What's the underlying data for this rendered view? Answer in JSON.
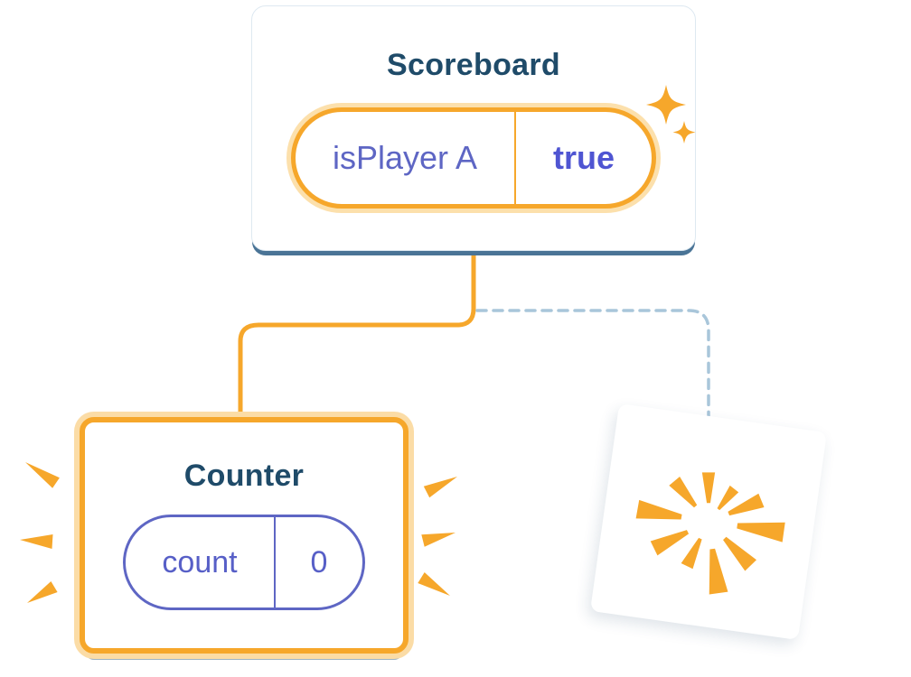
{
  "scoreboard": {
    "title": "Scoreboard",
    "state": {
      "name": "isPlayer A",
      "value": "true"
    }
  },
  "counter": {
    "title": "Counter",
    "state": {
      "name": "count",
      "value": "0"
    }
  },
  "colors": {
    "accent_orange": "#F6A72B",
    "accent_orange_light": "#FCE0AC",
    "connector_blue": "#A9C6DA",
    "state_indigo": "#575FC7",
    "state_value_indigo": "#4F55D2",
    "title_blue": "#1F4B69",
    "card_edge_blue": "#4A7496"
  }
}
